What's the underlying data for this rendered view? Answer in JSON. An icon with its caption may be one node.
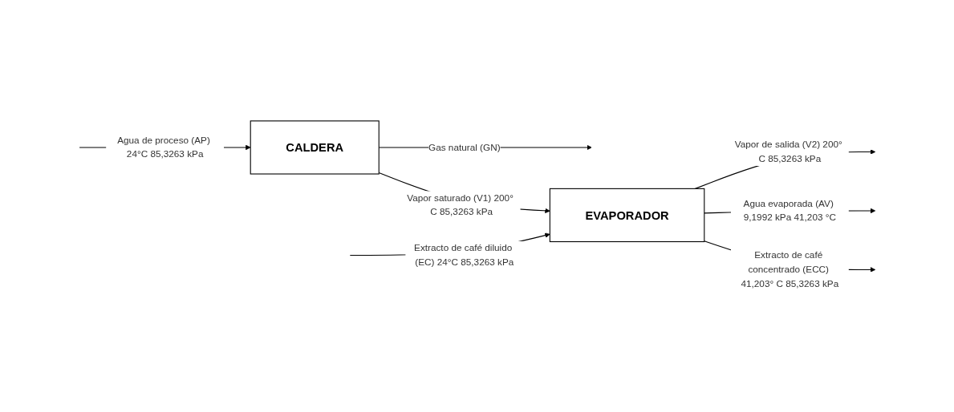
{
  "diagram": {
    "nodes": [
      {
        "text": [
          "CALDERA"
        ]
      },
      {
        "text": [
          "EVAPORADOR"
        ]
      }
    ],
    "edges": [
      {
        "from": null,
        "to": 0,
        "arrow": "to",
        "label": "Agua de proceso (AP) 24°C 85,3263 kPa"
      },
      {
        "from": 0,
        "to": null,
        "arrow": "to",
        "label": "Gas natural (GN)"
      },
      {
        "from": 0,
        "to": 1,
        "arrow": "to",
        "label": "Vapor saturado (V1) 200° C 85,3263 kPa"
      },
      {
        "from": 1,
        "to": null,
        "arrow": "to",
        "label": "Vapor de salida (V2) 200° C 85,3263 kPa"
      },
      {
        "from": null,
        "to": 1,
        "arrow": "to",
        "label": "Extracto de café diluido (EC) 24°C 85,3263 kPa"
      },
      {
        "from": 1,
        "to": null,
        "arrow": "to",
        "label": "Agua evaporada (AV) 9,1992 kPa 41,203 °C"
      },
      {
        "from": 1,
        "to": null,
        "arrow": "to",
        "label": "Extracto de café concentrado (ECC) 41,203° C 85,3263 kPa"
      }
    ]
  }
}
